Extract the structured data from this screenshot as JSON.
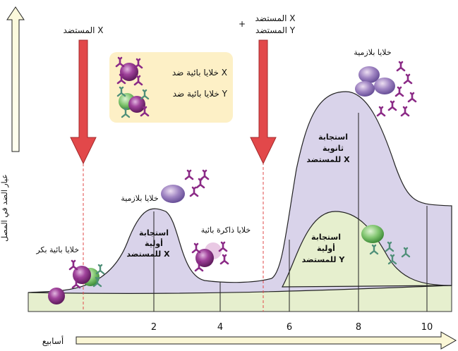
{
  "y_axis_label": "عيار الضد في المصل",
  "x_axis_label": "أسابيع",
  "x_ticks": [
    "2",
    "4",
    "6",
    "8",
    "10"
  ],
  "antigen_x_label": "المستضد X",
  "antigen_xy_label_1": "المستضد X",
  "antigen_xy_plus": "+",
  "antigen_xy_label_2": "المستضد Y",
  "legend": {
    "b_cell_x": "خلايا بائية ضد X",
    "b_cell_y": "خلايا بائية ضد Y"
  },
  "naive_b_cells": "خلايا بائية بكر",
  "plasma_cells_1": "خلايا بلازمية",
  "plasma_cells_2": "خلايا بلازمية",
  "memory_b_cells": "خلايا ذاكرة بائية",
  "primary_x": [
    "استجابة",
    "أولية",
    "للمستضد X"
  ],
  "secondary_x": [
    "استجابة",
    "ثانوية",
    "للمستضد X"
  ],
  "primary_y": [
    "استجابة",
    "أولية",
    "للمستضد Y"
  ],
  "colors": {
    "x_fill": "#d9d3ea",
    "y_fill": "#e6efce",
    "arrow_red": "#e2484a",
    "legend_bg": "#fdf0c6",
    "axis_arrow": "#fbf7d6",
    "cell_purple": "#8b2a86",
    "cell_green": "#5fae52"
  }
}
